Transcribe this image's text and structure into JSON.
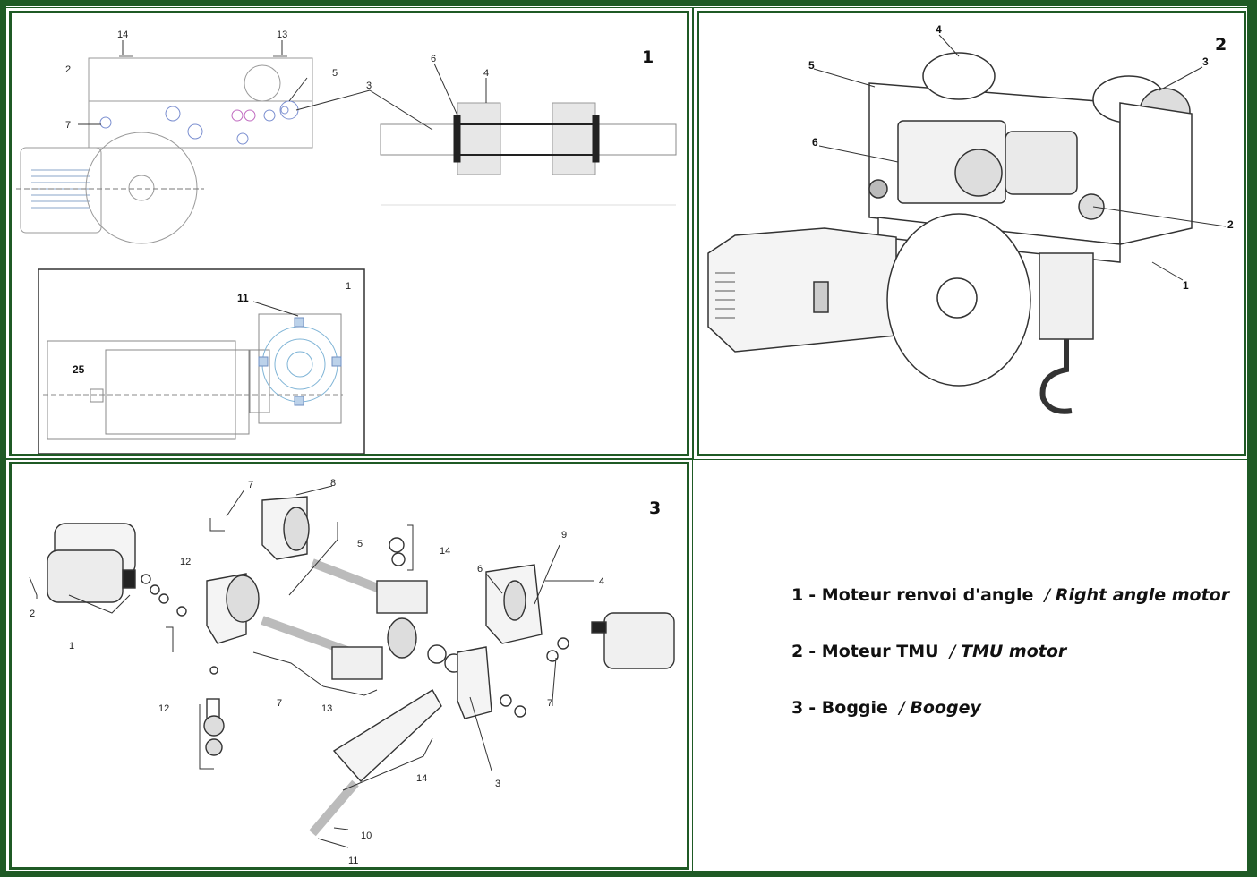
{
  "panels": [
    {
      "number": "1"
    },
    {
      "number": "2"
    },
    {
      "number": "3"
    }
  ],
  "panel1_callouts": [
    "14",
    "13",
    "2",
    "5",
    "3",
    "7",
    "6",
    "4"
  ],
  "panel1_inset": {
    "number": "1",
    "callouts": [
      "11",
      "25"
    ]
  },
  "panel2_callouts": [
    "4",
    "5",
    "3",
    "6",
    "2",
    "1"
  ],
  "panel3_callouts": [
    "1",
    "2",
    "7",
    "8",
    "5",
    "14",
    "12",
    "9",
    "6",
    "4",
    "12",
    "7",
    "13",
    "7",
    "14",
    "3",
    "10",
    "11"
  ],
  "legend": [
    {
      "num": "1",
      "fr": "Moteur renvoi d'angle",
      "sep": "/",
      "en": "Right angle motor"
    },
    {
      "num": "2",
      "fr": "Moteur TMU",
      "sep": "/",
      "en": "TMU motor"
    },
    {
      "num": "3",
      "fr": "Boggie",
      "sep": "/",
      "en": "Boogey"
    }
  ],
  "colors": {
    "frame": "#1f5a25",
    "background": "#ffffff",
    "line": "#333333"
  }
}
